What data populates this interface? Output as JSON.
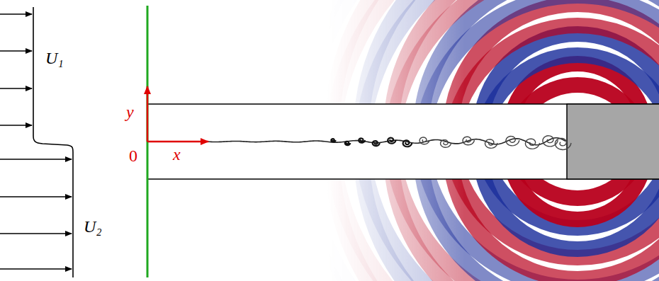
{
  "diagram": {
    "labels": [
      "U₁",
      "U₂",
      "y",
      "0",
      "x"
    ]
  }
}
